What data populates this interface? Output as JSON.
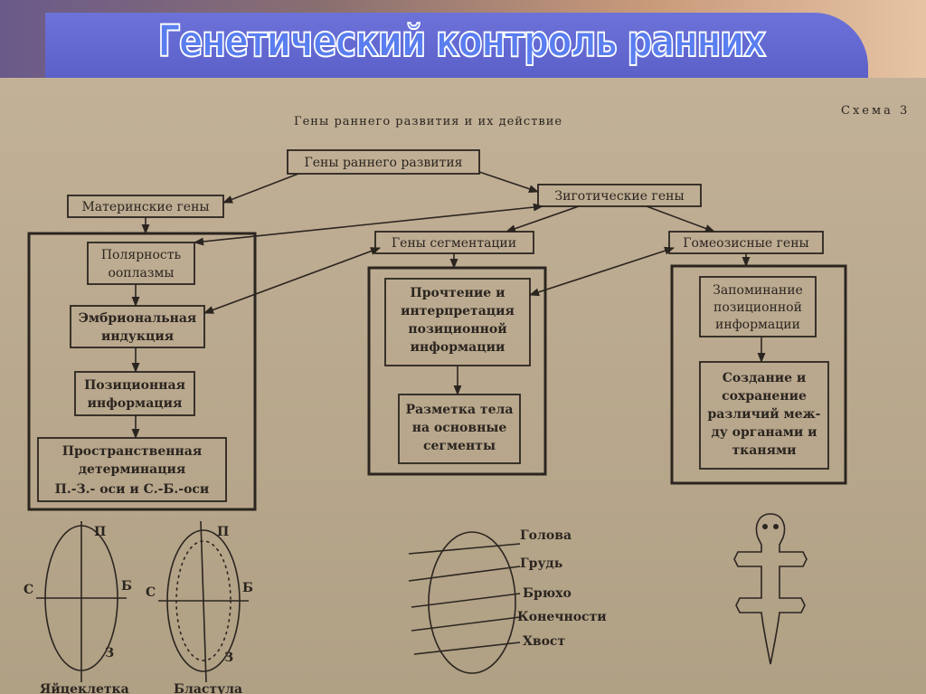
{
  "slide_title": "Генетический контроль ранних этапов развития",
  "scheme_label": "Схема 3",
  "diagram_title": "Гены раннего развития и их действие",
  "nodes": {
    "root": "Гены раннего развития",
    "maternal": "Материнские гены",
    "zygotic": "Зиготические гены",
    "segmentation": "Гены сегментации",
    "homeotic": "Гомеозисные гены",
    "polarity": [
      "Полярность",
      "ооплазмы"
    ],
    "induction": [
      "Эмбриональная",
      "индукция"
    ],
    "positional": [
      "Позиционная",
      "информация"
    ],
    "spatial": [
      "Пространственная",
      "детерминация",
      "П.-З.- оси и С.-Б.-оси"
    ],
    "reading": [
      "Прочтение и",
      "интерпретация",
      "позиционной",
      "информации"
    ],
    "marking": [
      "Разметка тела",
      "на основные",
      "сегменты"
    ],
    "memory": [
      "Запоминание",
      "позиционной",
      "информации"
    ],
    "creation": [
      "Создание и",
      "сохранение",
      "различий меж-",
      "ду органами и",
      "тканями"
    ]
  },
  "figures": {
    "axis_top": "П",
    "axis_left": "С",
    "axis_right": "Б",
    "axis_bottom": "З",
    "egg_caption": "Яйцеклетка",
    "blastula_caption": "Бластула",
    "segment_labels": [
      "Голова",
      "Грудь",
      "Брюхо",
      "Конечности",
      "Хвост"
    ]
  }
}
